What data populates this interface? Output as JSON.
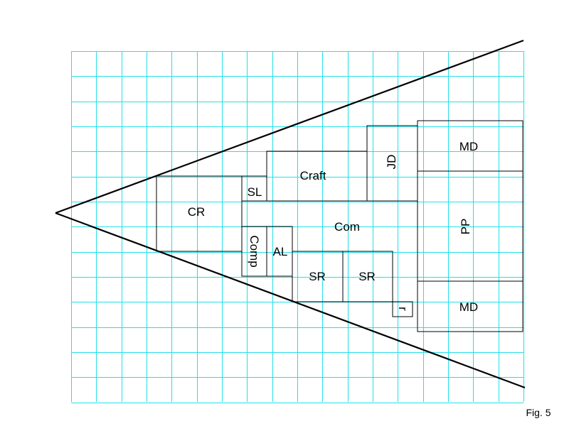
{
  "figure_caption": "Fig. 5",
  "regions": {
    "md_top": "MD",
    "jd": "JD",
    "craft": "Craft",
    "sl": "SL",
    "cr": "CR",
    "com": "Com",
    "pp": "PP",
    "comp": "Comp",
    "al": "AL",
    "sr_left": "SR",
    "sr_right": "SR",
    "r": "r",
    "md_bottom": "MD"
  }
}
